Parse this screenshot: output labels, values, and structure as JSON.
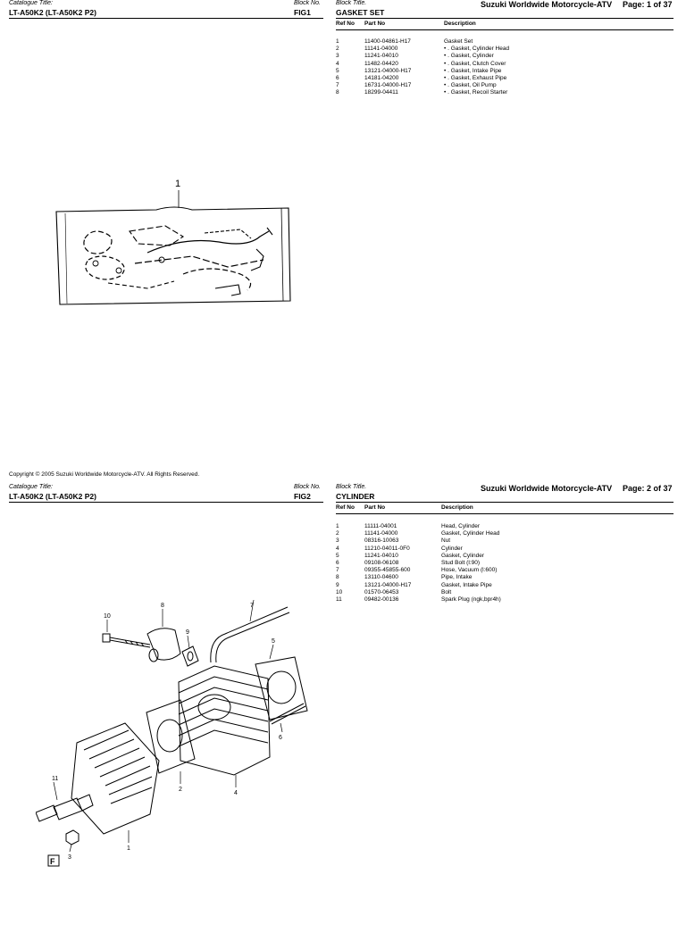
{
  "page1": {
    "catalogue_label": "Catalogue Title:",
    "catalogue_title": "LT-A50K2 (LT-A50K2 P2)",
    "block_no_label": "Block No.",
    "block_no": "FIG1",
    "block_title_label": "Block Title.",
    "block_title": "GASKET SET",
    "brand": "Suzuki Worldwide Motorcycle-ATV",
    "page": "Page: 1 of 37",
    "columns": {
      "ref": "Ref No",
      "part": "Part No",
      "desc": "Description"
    },
    "parts": [
      {
        "ref": "1",
        "part": "11400-04861-H17",
        "desc": "Gasket Set"
      },
      {
        "ref": "2",
        "part": "11141-04000",
        "desc": "• . Gasket, Cylinder Head"
      },
      {
        "ref": "3",
        "part": "11241-04010",
        "desc": "• . Gasket, Cylinder"
      },
      {
        "ref": "4",
        "part": "11482-04420",
        "desc": "• . Gasket, Clutch Cover"
      },
      {
        "ref": "5",
        "part": "13121-04000-H17",
        "desc": "• . Gasket, Intake Pipe"
      },
      {
        "ref": "6",
        "part": "14181-04200",
        "desc": "• . Gasket, Exhaust Pipe"
      },
      {
        "ref": "7",
        "part": "16731-04000-H17",
        "desc": "• . Gasket, Oil Pump"
      },
      {
        "ref": "8",
        "part": "18299-04411",
        "desc": "• . Gasket, Recoil Starter"
      }
    ],
    "diagram_callouts": [
      "1"
    ]
  },
  "copyright": "Copyright © 2005  Suzuki Worldwide Motorcycle-ATV.  All Rights Reserved.",
  "page2": {
    "catalogue_label": "Catalogue Title:",
    "catalogue_title": "LT-A50K2 (LT-A50K2 P2)",
    "block_no_label": "Block No.",
    "block_no": "FIG2",
    "block_title_label": "Block Title.",
    "block_title": "CYLINDER",
    "brand": "Suzuki Worldwide Motorcycle-ATV",
    "page": "Page: 2 of 37",
    "columns": {
      "ref": "Ref No",
      "part": "Part No",
      "desc": "Description"
    },
    "parts": [
      {
        "ref": "1",
        "part": "11111-04001",
        "desc": "Head, Cylinder"
      },
      {
        "ref": "2",
        "part": "11141-04000",
        "desc": "Gasket, Cylinder Head"
      },
      {
        "ref": "3",
        "part": "08316-10063",
        "desc": "Nut"
      },
      {
        "ref": "4",
        "part": "11210-04011-0F0",
        "desc": "Cylinder"
      },
      {
        "ref": "5",
        "part": "11241-04010",
        "desc": "Gasket, Cylinder"
      },
      {
        "ref": "6",
        "part": "09108-06108",
        "desc": "Stud Bolt (l:90)"
      },
      {
        "ref": "7",
        "part": "09355-45855-600",
        "desc": "Hose, Vacuum (l:600)"
      },
      {
        "ref": "8",
        "part": "13110-04600",
        "desc": "Pipe, Intake"
      },
      {
        "ref": "9",
        "part": "13121-04000-H17",
        "desc": "Gasket, Intake Pipe"
      },
      {
        "ref": "10",
        "part": "01570-06453",
        "desc": "Bolt"
      },
      {
        "ref": "11",
        "part": "09482-00136",
        "desc": "Spark Plug (ngk,bpr4h)"
      }
    ],
    "diagram_callouts": [
      "1",
      "2",
      "3",
      "4",
      "5",
      "6",
      "7",
      "8",
      "9",
      "10",
      "11"
    ],
    "front_mark": "F"
  }
}
